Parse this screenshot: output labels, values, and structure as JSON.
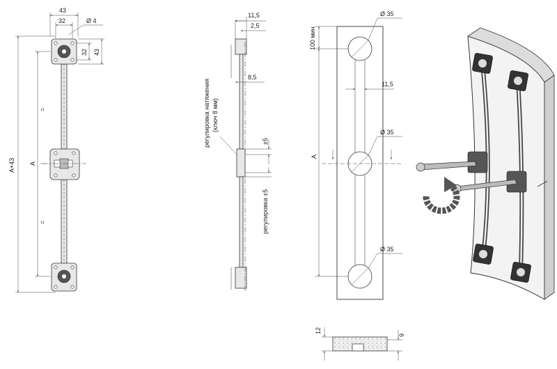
{
  "view1": {
    "dim_top_43": "43",
    "dim_top_32": "32",
    "dim_hole": "Ø 4",
    "dim_side_32": "32",
    "dim_side_43": "43",
    "label_total": "A+43",
    "label_a": "A",
    "equal_top": "=",
    "equal_bottom": "="
  },
  "view2": {
    "dim_11_5": "11,5",
    "dim_2_5": "2,5",
    "dim_8_5": "8,5",
    "tension_label_1": "регулировка натяжения",
    "tension_label_2": "(ключ 8 мм)",
    "adj_pm5": "±5",
    "adj_label": "регулировка ±5"
  },
  "view3": {
    "dim_100_min": "100 мин",
    "dim_d35_top": "Ø 35",
    "dim_11_5": "11,5",
    "dim_d35_mid": "Ø 35",
    "dim_d35_bottom": "Ø 35",
    "label_a": "A"
  },
  "view4": {
    "dim_12": "12",
    "dim_9": "9"
  }
}
